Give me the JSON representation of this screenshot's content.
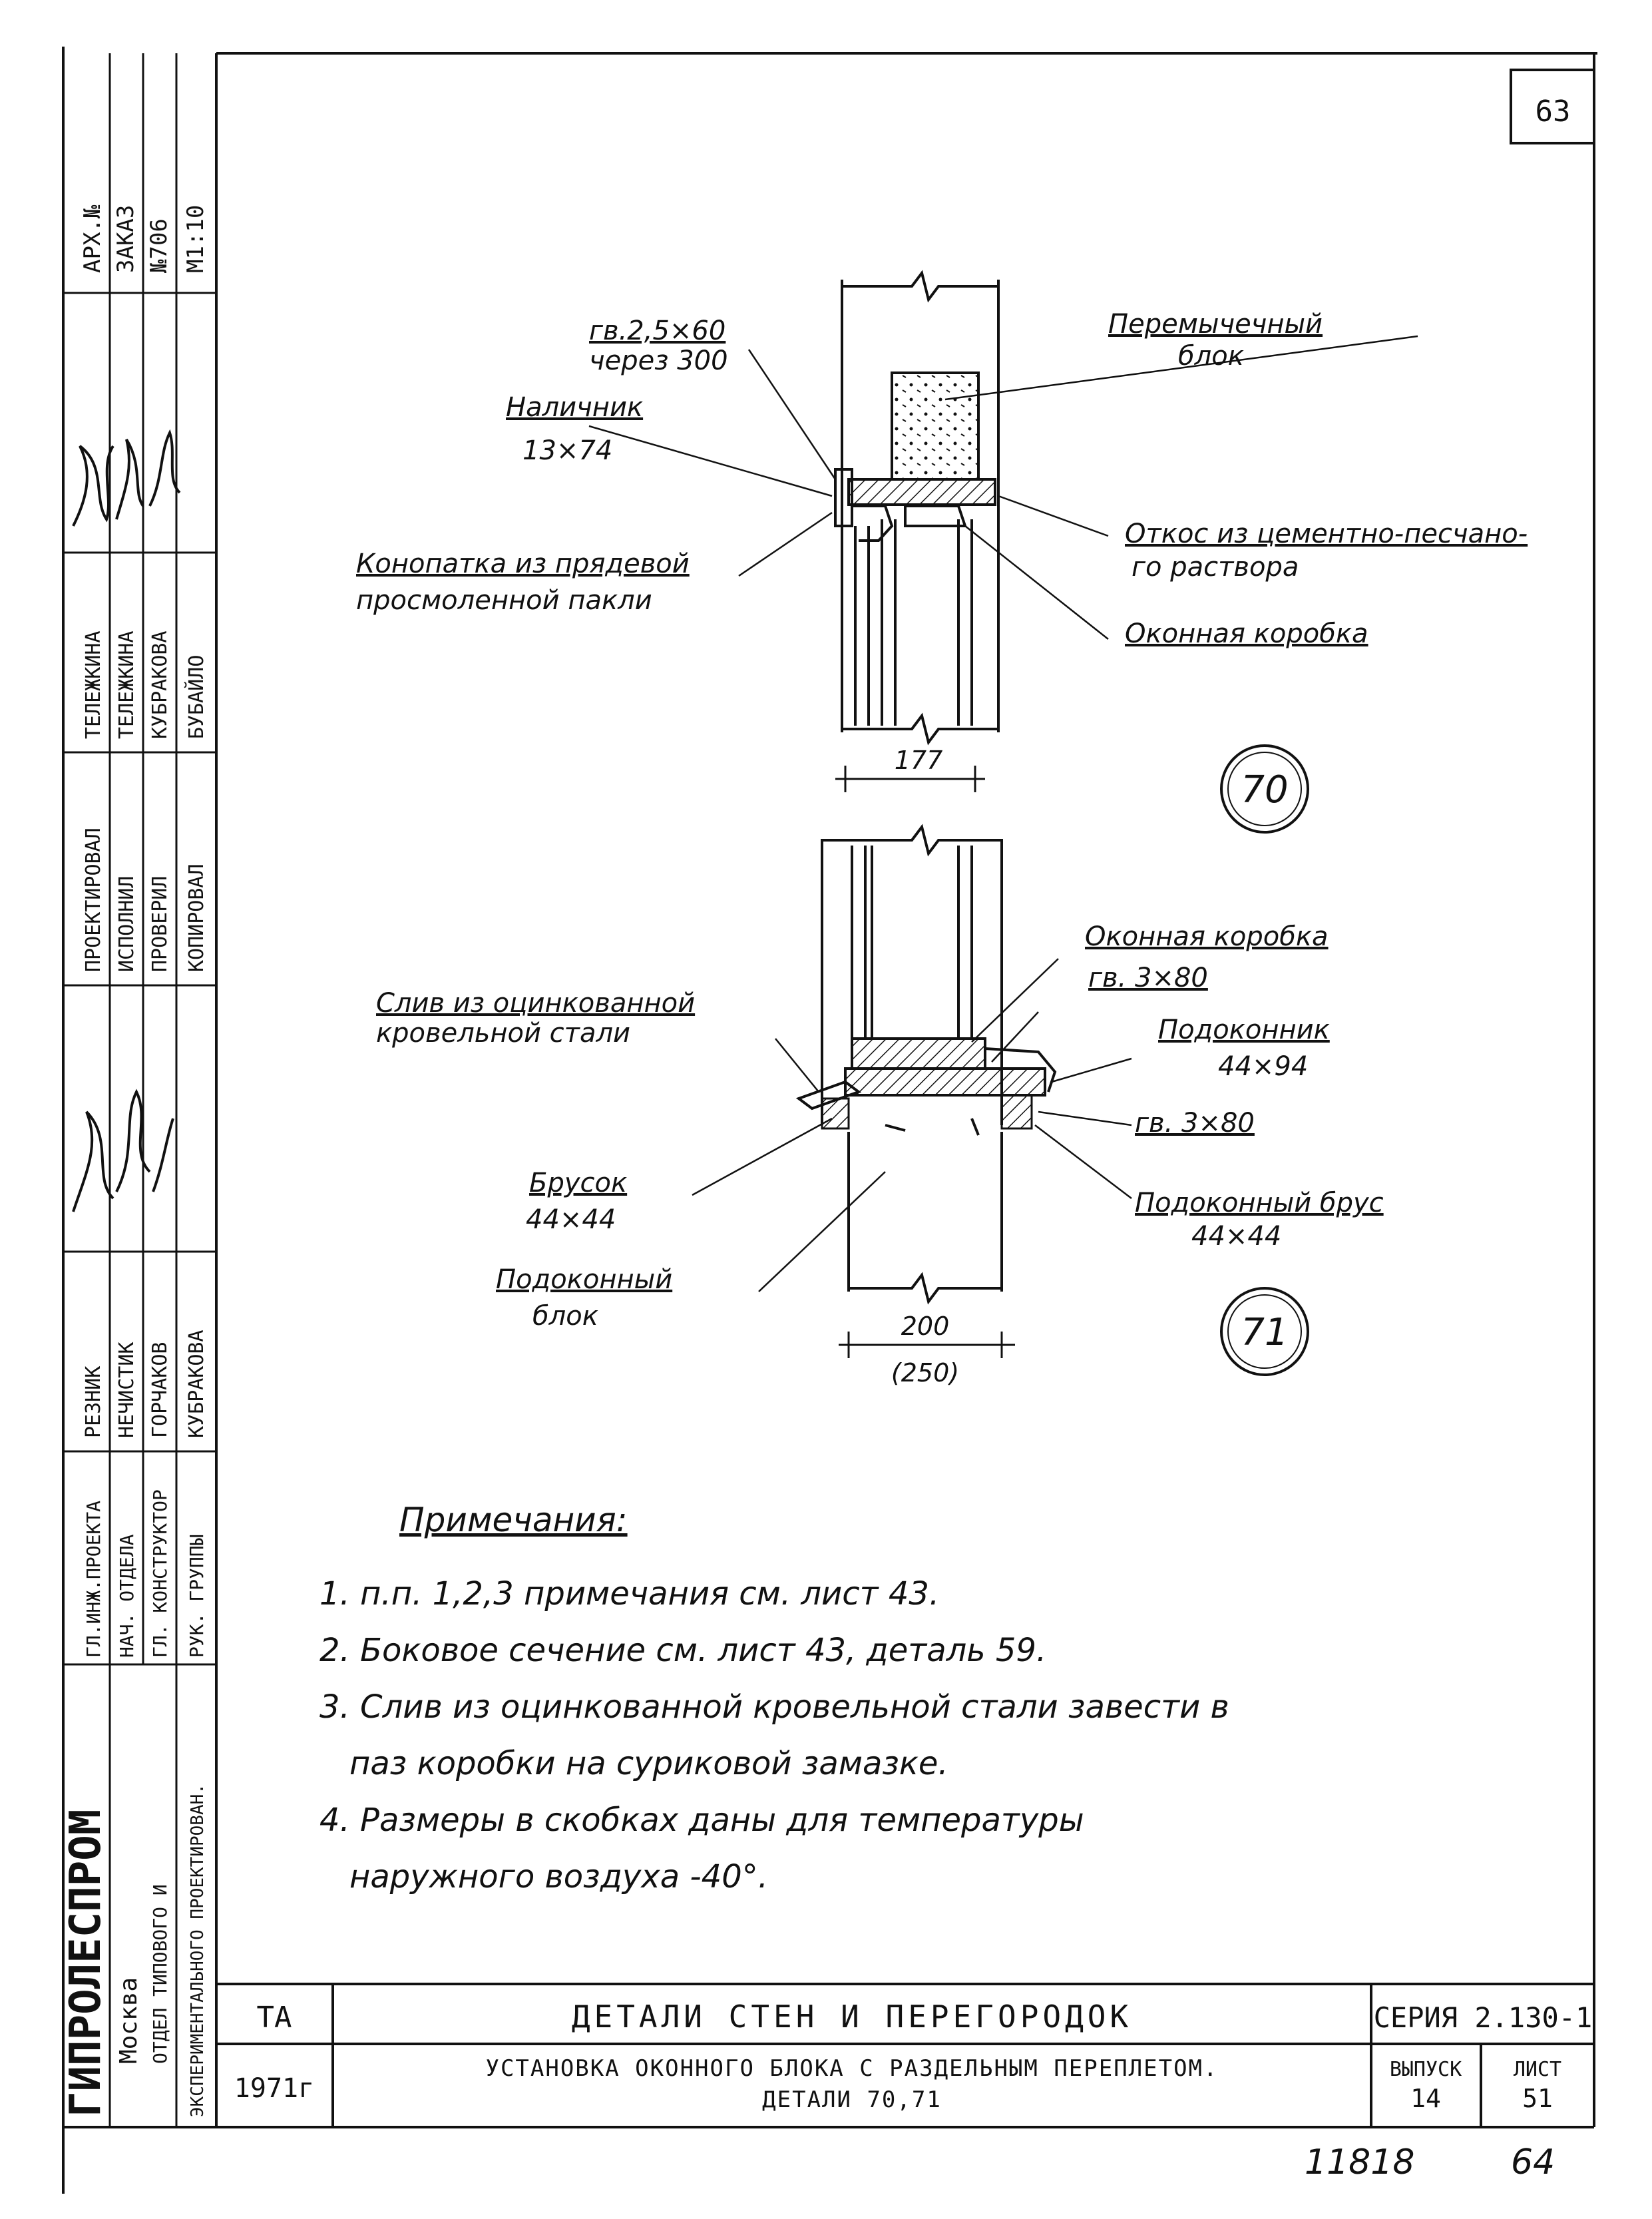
{
  "sheet": {
    "page_number": "63",
    "archive": "АРХ.№",
    "order": "ЗАКАЗ",
    "order_number": "№706",
    "scale": "М1:10"
  },
  "signatures_left": {
    "roles": [
      "ПРОЕКТИРОВАЛ",
      "ИСПОЛНИЛ",
      "ПРОВЕРИЛ",
      "КОПИРОВАЛ"
    ],
    "names": [
      "ТЕЛЕЖКИНА",
      "ТЕЛЕЖКИНА",
      "КУБРАКОВА",
      "БУБАЙЛО"
    ]
  },
  "signatures_bottom": {
    "roles": [
      "ГЛ.ИНЖ.ПРОЕКТА",
      "НАЧ. ОТДЕЛА",
      "ГЛ. КОНСТРУКТОР",
      "РУК. ГРУППЫ"
    ],
    "names": [
      "РЕЗНИК",
      "НЕЧИСТИК",
      "ГОРЧАКОВ",
      "КУБРАКОВА"
    ]
  },
  "organization": {
    "name": "ГИПРОЛЕСПРОМ",
    "city": "Москва",
    "dept_line1": "ОТДЕЛ ТИПОВОГО И",
    "dept_line2": "ЭКСПЕРИМЕНТАЛЬНОГО ПРОЕКТИРОВАН."
  },
  "detail70": {
    "number": "70",
    "dimension": "177",
    "labels": {
      "nail": "гв.2,5×60",
      "nail_step": "через 300",
      "trim": "Наличник",
      "trim_size": "13×74",
      "caulk_line1": "Конопатка из прядевой",
      "caulk_line2": "просмоленной пакли",
      "lintel_line1": "Перемычечный",
      "lintel_line2": "блок",
      "slope_line1": "Откос из цементно-песчано-",
      "slope_line2": "го раствора",
      "frame": "Оконная коробка"
    }
  },
  "detail71": {
    "number": "71",
    "dimension": "200",
    "dimension_cold": "(250)",
    "labels": {
      "frame": "Оконная коробка",
      "nail_top": "гв. 3×80",
      "sill_board": "Подоконник",
      "sill_board_size": "44×94",
      "nail_bottom": "гв. 3×80",
      "sill_beam": "Подоконный брус",
      "sill_beam_size": "44×44",
      "drip_line1": "Слив из оцинкованной",
      "drip_line2": "кровельной стали",
      "bar": "Брусок",
      "bar_size": "44×44",
      "sill_block_line1": "Подоконный",
      "sill_block_line2": "блок"
    }
  },
  "notes": {
    "title": "Примечания:",
    "items": [
      "1. п.п. 1,2,3 примечания см. лист 43.",
      "2. Боковое сечение см. лист 43, деталь 59.",
      "3. Слив из оцинкованной кровельной стали завести в",
      "паз коробки на суриковой замазке.",
      "4. Размеры в скобках даны для температуры",
      "наружного воздуха -40°."
    ]
  },
  "title_block": {
    "ta": "ТА",
    "year": "1971г",
    "title": "ДЕТАЛИ СТЕН И ПЕРЕГОРОДОК",
    "subtitle_line1": "УСТАНОВКА ОКОННОГО БЛОКА С РАЗДЕЛЬНЫМ ПЕРЕПЛЕТОМ.",
    "subtitle_line2": "ДЕТАЛИ 70,71",
    "series": "СЕРИЯ 2.130-1",
    "issue_label": "ВЫПУСК",
    "issue": "14",
    "sheet_label": "ЛИСТ",
    "sheet": "51"
  },
  "footer": {
    "number": "11818",
    "page": "64"
  }
}
